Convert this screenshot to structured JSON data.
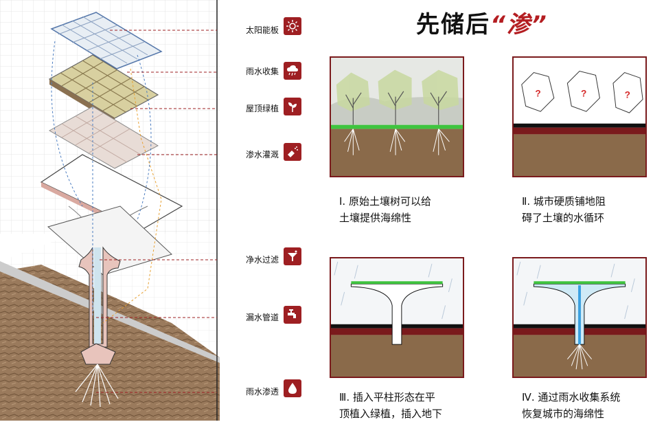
{
  "title": {
    "main": "先储后",
    "accent": "“渗”"
  },
  "labels": {
    "solar": "太阳能板",
    "collect": "雨水收集",
    "green_roof": "屋顶绿植",
    "irrigation": "渗水灌溉",
    "filter": "净水过滤",
    "drain": "漏水管道",
    "seep": "雨水渗透"
  },
  "panels": {
    "p2_mark": "?"
  },
  "captions": {
    "c1a": "Ⅰ. 原始土壤树可以给",
    "c1b": "土壤提供海绵性",
    "c2a": "Ⅱ. 城市硬质铺地阻",
    "c2b": "碍了土壤的水循环",
    "c3a": "Ⅲ. 插入平柱形态在平",
    "c3b": "顶植入绿植，插入地下",
    "c4a": "Ⅳ. 通过雨水收集系统",
    "c4b": "恢复城市的海绵性"
  },
  "colors": {
    "accent": "#9e1f22",
    "frame": "#7a1a1c",
    "grass": "#3fc43f",
    "soil": "#8a6a4a"
  }
}
